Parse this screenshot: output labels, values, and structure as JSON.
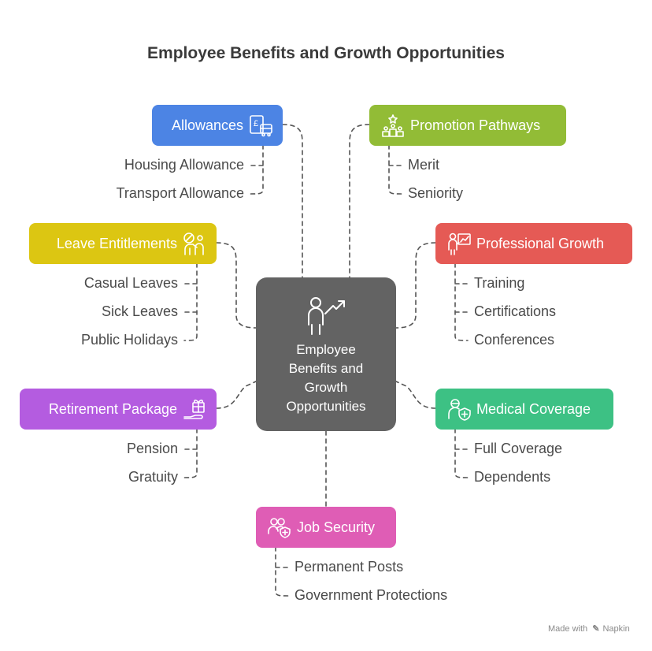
{
  "title": "Employee Benefits and Growth Opportunities",
  "center": {
    "label": "Employee\nBenefits and\nGrowth\nOpportunities",
    "icon": "person-growth-icon"
  },
  "categories": {
    "allowances": {
      "label": "Allowances",
      "color": "#4C84E4",
      "icon": "allowance-money-bus-icon",
      "items": [
        "Housing Allowance",
        "Transport Allowance"
      ]
    },
    "promotion": {
      "label": "Promotion Pathways",
      "color": "#92BC36",
      "icon": "podium-star-icon",
      "items": [
        "Merit",
        "Seniority"
      ]
    },
    "leave": {
      "label": "Leave Entitlements",
      "color": "#DCC612",
      "icon": "person-leave-icon",
      "items": [
        "Casual Leaves",
        "Sick Leaves",
        "Public Holidays"
      ]
    },
    "growth": {
      "label": "Professional Growth",
      "color": "#E55A55",
      "icon": "presenter-board-icon",
      "items": [
        "Training",
        "Certifications",
        "Conferences"
      ]
    },
    "retirement": {
      "label": "Retirement Package",
      "color": "#B45CE0",
      "icon": "gift-hand-icon",
      "items": [
        "Pension",
        "Gratuity"
      ]
    },
    "medical": {
      "label": "Medical Coverage",
      "color": "#3DC184",
      "icon": "medical-shield-icon",
      "items": [
        "Full Coverage",
        "Dependents"
      ]
    },
    "security": {
      "label": "Job Security",
      "color": "#DF5DB5",
      "icon": "users-shield-icon",
      "items": [
        "Permanent Posts",
        "Government Protections"
      ]
    }
  },
  "footer": {
    "prefix": "Made with",
    "brand": "Napkin"
  }
}
